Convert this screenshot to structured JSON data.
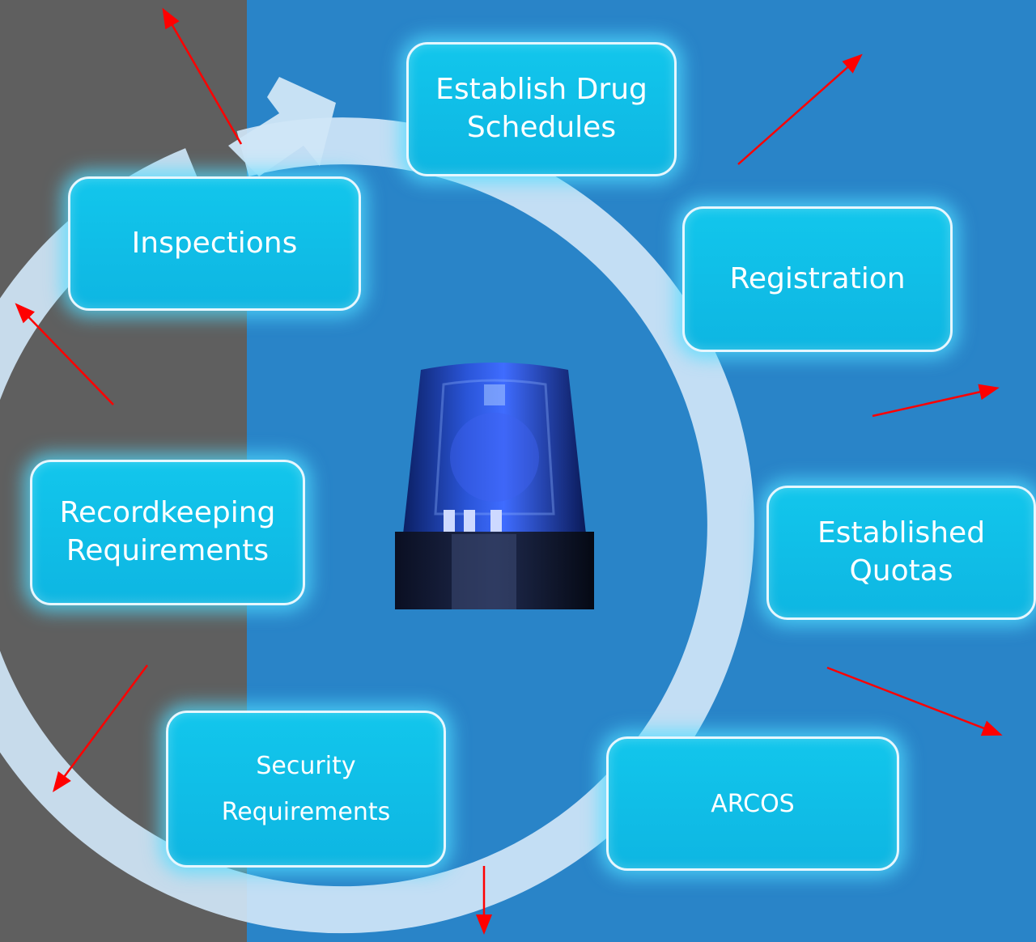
{
  "diagram": {
    "nodes": [
      {
        "id": "establish-drug-schedules",
        "label": "Establish Drug\nSchedules"
      },
      {
        "id": "registration",
        "label": "Registration"
      },
      {
        "id": "established-quotas",
        "label": "Established\nQuotas"
      },
      {
        "id": "arcos",
        "label": "ARCOS"
      },
      {
        "id": "security-requirements",
        "label": "Security\nRequirements"
      },
      {
        "id": "recordkeeping-requirements",
        "label": "Recordkeeping\nRequirements"
      },
      {
        "id": "inspections",
        "label": "Inspections"
      }
    ],
    "center_image": "rotating-beacon-light",
    "colors": {
      "background": "#2984c8",
      "left_panel": "#5f5f5f",
      "box_fill": "#12c6ec",
      "cycle_ring": "#d0e6f7",
      "pointer_arrows": "#ff0000"
    }
  }
}
